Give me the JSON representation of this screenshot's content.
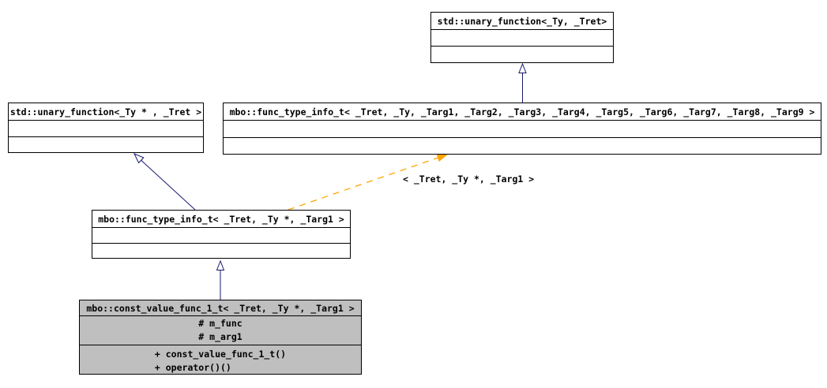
{
  "canvas": {
    "background": "#ffffff"
  },
  "colors": {
    "box_border": "#000000",
    "box_fill": "#ffffff",
    "focus_box_fill": "#bfbfbf",
    "text": "#000000",
    "inheritance_arrow": "#191970",
    "template_arrow": "#ffa500"
  },
  "classes": [
    {
      "title": "std::unary_function<_Ty, _Tret>"
    },
    {
      "title": "std::unary_function<_Ty * , _Tret >"
    },
    {
      "title": "mbo::func_type_info_t< _Tret, _Ty, _Targ1, _Targ2, _Targ3, _Targ4, _Targ5, _Targ6, _Targ7, _Targ8, _Targ9 >"
    },
    {
      "title": "mbo::func_type_info_t< _Tret, _Ty *, _Targ1 >"
    },
    {
      "title": "mbo::const_value_func_1_t< _Tret, _Ty *, _Targ1 >",
      "attributes": [
        "# m_func",
        "# m_arg1"
      ],
      "methods": [
        "+ const_value_func_1_t()",
        "+ operator()()"
      ]
    }
  ],
  "edges": {
    "template_instantiation_label": "< _Tret, _Ty *, _Targ1 >"
  }
}
